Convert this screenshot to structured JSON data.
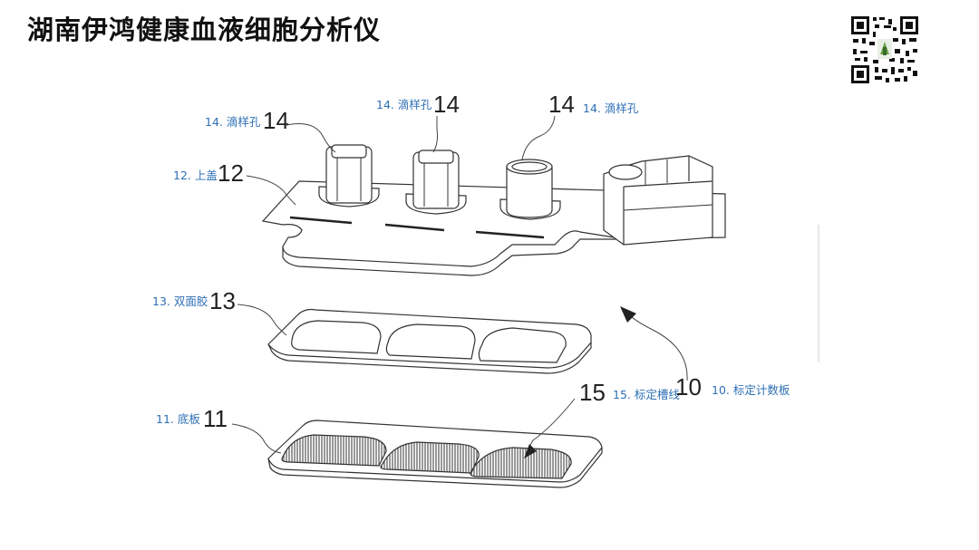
{
  "page": {
    "title": "湖南伊鸿健康血液细胞分析仪"
  },
  "labels": [
    {
      "key": "l14a",
      "text": "14. 滴样孔"
    },
    {
      "key": "l14b",
      "text": "14. 滴样孔"
    },
    {
      "key": "l14c",
      "text": "14. 滴样孔"
    },
    {
      "key": "l12",
      "text": "12. 上盖"
    },
    {
      "key": "l13",
      "text": "13. 双面胶"
    },
    {
      "key": "l11",
      "text": "11. 底板"
    },
    {
      "key": "l15",
      "text": "15. 标定槽线"
    },
    {
      "key": "l10",
      "text": "10. 标定计数板"
    }
  ],
  "numbers": {
    "n14a": "14",
    "n14b": "14",
    "n14c": "14",
    "n12": "12",
    "n13": "13",
    "n11": "11",
    "n15": "15",
    "n10": "10"
  },
  "colors": {
    "label": "#2e6fb4",
    "line": "#444444",
    "hatch": "#555555"
  }
}
